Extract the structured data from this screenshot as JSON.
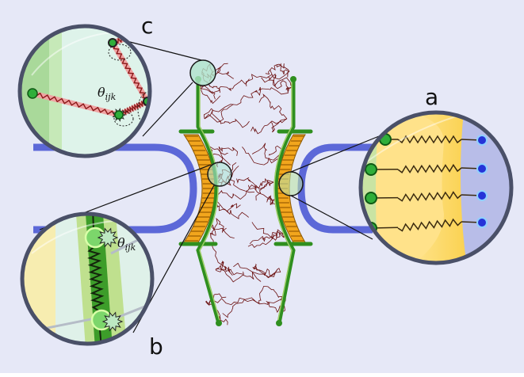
{
  "panels": [
    {
      "id": "a",
      "label": "a"
    },
    {
      "id": "b",
      "label": "b",
      "angle_symbol": "θ",
      "angle_subscript": "ijk"
    },
    {
      "id": "c",
      "label": "c",
      "angle_symbol": "θ",
      "angle_subscript": "ijk"
    }
  ],
  "colors": {
    "background": "#e6e8f7",
    "membrane": "#2f8f1f",
    "membrane_light": "#9fcf6a",
    "bilayer": "#f2a61d",
    "linker": "#5c68d8",
    "polymer": "#6b1010",
    "spring": "#1a3d10",
    "bead_green": "#2fae3a",
    "bead_blue": "#2533d8",
    "lens_border": "#4a5068"
  },
  "icons": [
    "magnifier-lens-a",
    "magnifier-lens-b",
    "magnifier-lens-c"
  ]
}
